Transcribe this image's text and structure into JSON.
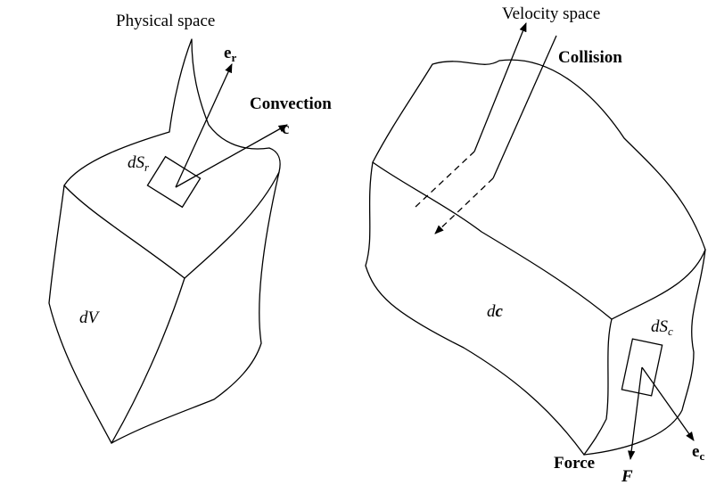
{
  "physical": {
    "title": "Physical space",
    "label_er_base": "e",
    "label_er_sub": "r",
    "label_convection": "Convection",
    "label_c": "c",
    "label_dSr_base": "dS",
    "label_dSr_sub": "r",
    "label_dV": "dV"
  },
  "velocity": {
    "title": "Velocity space",
    "label_collision": "Collision",
    "label_dc_prefix": "d",
    "label_dc_bold": "c",
    "label_dSc_base": "dS",
    "label_dSc_sub": "c",
    "label_force": "Force",
    "label_F": "F",
    "label_ec_base": "e",
    "label_ec_sub": "c"
  },
  "colors": {
    "ink": "#000000",
    "background": "#ffffff"
  }
}
